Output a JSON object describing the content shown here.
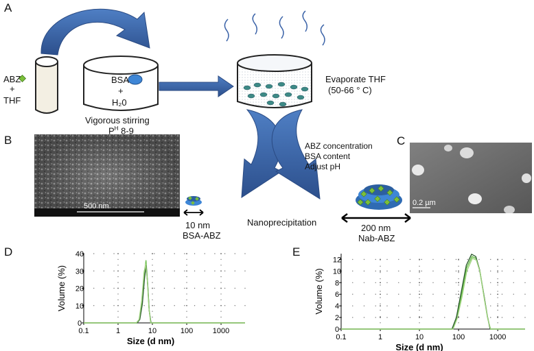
{
  "panels": {
    "a": "A",
    "b": "B",
    "c": "C",
    "d": "D",
    "e": "E"
  },
  "schematic": {
    "abz": "ABZ",
    "plus1": "+",
    "thf": "THF",
    "bsa": "BSA",
    "plus2": "+",
    "h2o": "H₂0",
    "stirring": "Vigorous  stirring",
    "ph_p": "P",
    "ph_h": "H",
    "ph_range": " 8-9",
    "evaporate": "Evaporate THF",
    "temp": "(50-66 ° C)",
    "conditions": [
      "ABZ concentration",
      "BSA content",
      "Adjust pH"
    ],
    "nanoprecipitation": "Nanoprecipitation",
    "small_size": "10 nm",
    "small_name": "BSA-ABZ",
    "large_size": "200 nm",
    "large_name": "Nab-ABZ",
    "scale_b": "500 nm",
    "scale_c": "0.2 µm"
  },
  "colors": {
    "arrow_blue": "#3a63a6",
    "particle_green": "#7bbf3a",
    "curve_green": "#6abf4b",
    "curve_dark": "#2f5f2f"
  },
  "chart_data": [
    {
      "type": "line",
      "xlabel": "Size (d nm)",
      "ylabel": "Volume (%)",
      "x_scale": "log",
      "xlim": [
        0.1,
        5000
      ],
      "ylim": [
        0,
        40
      ],
      "x_ticks": [
        "0.1",
        "1",
        "10",
        "100",
        "1000"
      ],
      "y_ticks": [
        "0",
        "10",
        "20",
        "30",
        "40"
      ],
      "grid": true,
      "series": [
        {
          "x": [
            0.1,
            3.5,
            4.2,
            5.0,
            5.8,
            6.5,
            7.2,
            8.0,
            9.0,
            5000
          ],
          "y": [
            0,
            0,
            2,
            12,
            28,
            36,
            24,
            8,
            0,
            0
          ]
        },
        {
          "x": [
            0.1,
            3.6,
            4.3,
            5.1,
            5.9,
            6.6,
            7.3,
            8.1,
            9.1,
            5000
          ],
          "y": [
            0,
            0,
            2,
            11,
            26,
            33,
            22,
            7,
            0,
            0
          ]
        },
        {
          "x": [
            0.1,
            3.4,
            4.1,
            4.9,
            5.7,
            6.4,
            7.1,
            7.9,
            8.9,
            5000
          ],
          "y": [
            0,
            0,
            2,
            13,
            29,
            34,
            25,
            9,
            0,
            0
          ]
        }
      ]
    },
    {
      "type": "line",
      "xlabel": "Size (d nm)",
      "ylabel": "Volume (%)",
      "x_scale": "log",
      "xlim": [
        0.1,
        5000
      ],
      "ylim": [
        0,
        13
      ],
      "x_ticks": [
        "0.1",
        "1",
        "10",
        "100",
        "1000"
      ],
      "y_ticks": [
        "0",
        "2",
        "4",
        "6",
        "8",
        "10",
        "12"
      ],
      "grid": true,
      "series": [
        {
          "x": [
            0.1,
            70,
            90,
            120,
            160,
            220,
            280,
            350,
            450,
            550,
            650,
            5000
          ],
          "y": [
            0,
            0,
            2,
            6,
            10.5,
            12.5,
            12.2,
            10,
            5.5,
            2,
            0,
            0
          ]
        },
        {
          "x": [
            0.1,
            68,
            88,
            118,
            158,
            215,
            275,
            345,
            445,
            545,
            640,
            5000
          ],
          "y": [
            0,
            0,
            2,
            6.5,
            11,
            12.9,
            12.5,
            10.2,
            5.8,
            2.2,
            0,
            0
          ]
        },
        {
          "x": [
            0.1,
            72,
            92,
            122,
            162,
            225,
            285,
            355,
            455,
            555,
            660,
            5000
          ],
          "y": [
            0,
            0,
            1.8,
            5.5,
            10,
            12.2,
            11.9,
            9.8,
            5.2,
            1.8,
            0,
            0
          ]
        }
      ]
    }
  ]
}
